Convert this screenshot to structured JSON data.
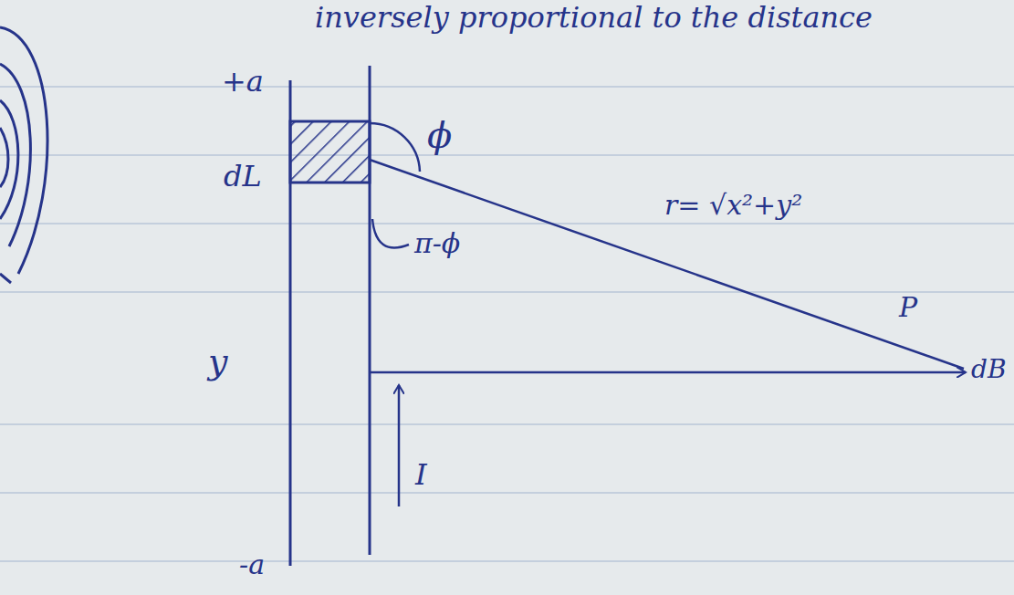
{
  "diagram": {
    "labels": [
      "inversely proportional to the distance",
      "+a",
      "dL",
      "ϕ",
      "π-ϕ",
      "r= √x²+y²",
      "P",
      "dB",
      "y",
      "I",
      "-a"
    ]
  }
}
